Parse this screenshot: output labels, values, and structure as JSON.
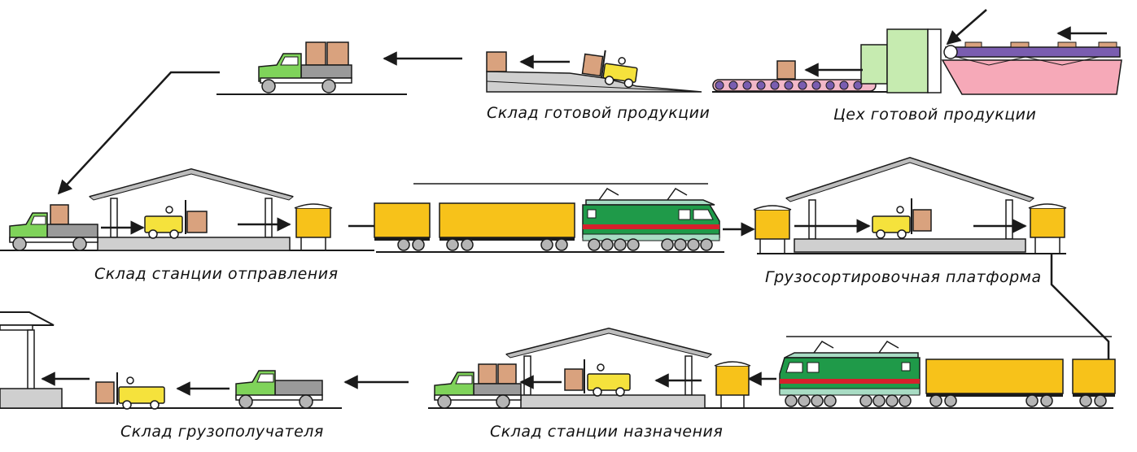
{
  "labels": {
    "finished_goods_warehouse": "Склад готовой продукции",
    "finished_goods_shop": "Цех готовой продукции",
    "departure_station_warehouse": "Склад станции отправления",
    "cargo_sorting_platform": "Грузосортировочная платформа",
    "consignee_warehouse": "Склад грузополучателя",
    "destination_station_warehouse": "Склад станции назначения"
  },
  "colors": {
    "outline": "#1a1a1a",
    "truck_cab": "#7fd35a",
    "truck_body": "#9a9a9a",
    "cargo_box": "#d9a27e",
    "forklift": "#f5e23c",
    "wagon": "#f7c21a",
    "locomotive_body": "#1f9a49",
    "locomotive_stripe": "#d6202c",
    "locomotive_roof": "#a8dcc4",
    "shed_roof": "#bdbdbd",
    "platform": "#cfcfcf",
    "wheel": "#b5b5b5",
    "conveyor_belt": "#f2b8c8",
    "conveyor_roller": "#7a5db0",
    "shop_block": "#c6ebb0",
    "shop_hopper": "#f6a9b8"
  }
}
